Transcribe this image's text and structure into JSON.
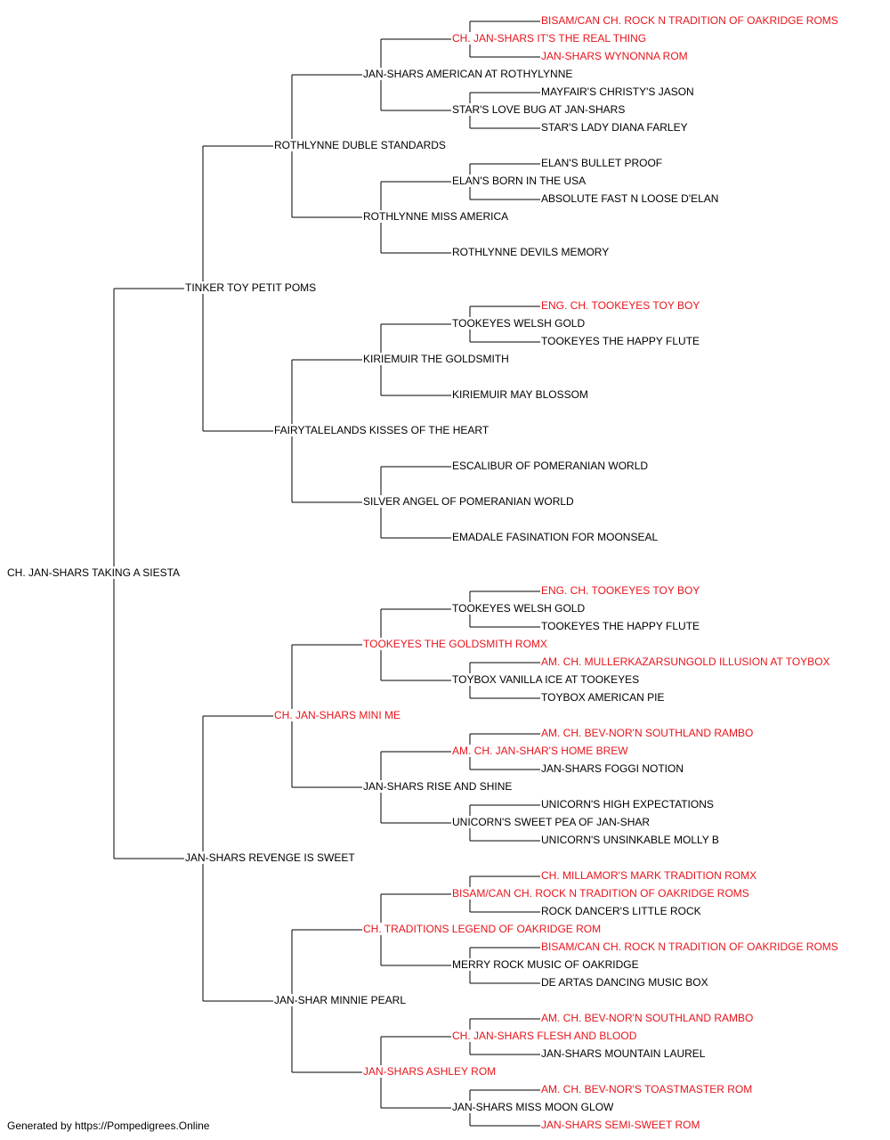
{
  "colors": {
    "normal": "#000000",
    "champion": "#e8141b",
    "line": "#000000"
  },
  "footer": "Generated by https://Pompedigrees.Online",
  "tree": {
    "name": "CH. JAN-SHARS TAKING A SIESTA",
    "red": false,
    "sire": {
      "name": "TINKER TOY PETIT POMS",
      "red": false,
      "sire": {
        "name": "ROTHLYNNE DUBLE STANDARDS",
        "red": false,
        "sire": {
          "name": "JAN-SHARS AMERICAN AT ROTHYLYNNE",
          "red": false,
          "sire": {
            "name": "CH. JAN-SHARS IT'S THE REAL THING",
            "red": true,
            "sire": {
              "name": "BISAM/CAN CH. ROCK N TRADITION OF OAKRIDGE ROMS",
              "red": true
            },
            "dam": {
              "name": "JAN-SHARS WYNONNA ROM",
              "red": true
            }
          },
          "dam": {
            "name": "STAR'S LOVE BUG AT JAN-SHARS",
            "red": false,
            "sire": {
              "name": "MAYFAIR'S CHRISTY'S JASON",
              "red": false
            },
            "dam": {
              "name": "STAR'S LADY DIANA FARLEY",
              "red": false
            }
          }
        },
        "dam": {
          "name": "ROTHLYNNE MISS AMERICA",
          "red": false,
          "sire": {
            "name": "ELAN'S BORN IN THE USA",
            "red": false,
            "sire": {
              "name": "ELAN'S BULLET PROOF",
              "red": false
            },
            "dam": {
              "name": "ABSOLUTE FAST N LOOSE D'ELAN",
              "red": false
            }
          },
          "dam": {
            "name": "ROTHLYNNE DEVILS MEMORY",
            "red": false
          }
        }
      },
      "dam": {
        "name": "FAIRYTALELANDS KISSES OF THE HEART",
        "red": false,
        "sire": {
          "name": "KIRIEMUIR THE GOLDSMITH",
          "red": false,
          "sire": {
            "name": "TOOKEYES WELSH GOLD",
            "red": false,
            "sire": {
              "name": "ENG. CH. TOOKEYES TOY BOY",
              "red": true
            },
            "dam": {
              "name": "TOOKEYES THE HAPPY FLUTE",
              "red": false
            }
          },
          "dam": {
            "name": "KIRIEMUIR MAY BLOSSOM",
            "red": false
          }
        },
        "dam": {
          "name": "SILVER ANGEL OF POMERANIAN WORLD",
          "red": false,
          "sire": {
            "name": "ESCALIBUR OF POMERANIAN WORLD",
            "red": false
          },
          "dam": {
            "name": "EMADALE FASINATION FOR MOONSEAL",
            "red": false
          }
        }
      }
    },
    "dam": {
      "name": "JAN-SHARS REVENGE IS SWEET",
      "red": false,
      "sire": {
        "name": "CH. JAN-SHARS MINI ME",
        "red": true,
        "sire": {
          "name": "TOOKEYES THE GOLDSMITH ROMX",
          "red": true,
          "sire": {
            "name": "TOOKEYES WELSH GOLD",
            "red": false,
            "sire": {
              "name": "ENG. CH. TOOKEYES TOY BOY",
              "red": true
            },
            "dam": {
              "name": "TOOKEYES THE HAPPY FLUTE",
              "red": false
            }
          },
          "dam": {
            "name": "TOYBOX VANILLA ICE AT TOOKEYES",
            "red": false,
            "sire": {
              "name": "AM. CH. MULLERKAZARSUNGOLD ILLUSION AT TOYBOX",
              "red": true
            },
            "dam": {
              "name": "TOYBOX AMERICAN PIE",
              "red": false
            }
          }
        },
        "dam": {
          "name": "JAN-SHARS RISE AND SHINE",
          "red": false,
          "sire": {
            "name": "AM. CH. JAN-SHAR'S HOME BREW",
            "red": true,
            "sire": {
              "name": "AM. CH. BEV-NOR'N SOUTHLAND RAMBO",
              "red": true
            },
            "dam": {
              "name": "JAN-SHARS FOGGI NOTION",
              "red": false
            }
          },
          "dam": {
            "name": "UNICORN'S SWEET PEA OF JAN-SHAR",
            "red": false,
            "sire": {
              "name": "UNICORN'S HIGH EXPECTATIONS",
              "red": false
            },
            "dam": {
              "name": "UNICORN'S UNSINKABLE MOLLY B",
              "red": false
            }
          }
        }
      },
      "dam": {
        "name": "JAN-SHAR MINNIE PEARL",
        "red": false,
        "sire": {
          "name": "CH. TRADITIONS LEGEND OF OAKRIDGE ROM",
          "red": true,
          "sire": {
            "name": "BISAM/CAN CH. ROCK N TRADITION OF OAKRIDGE ROMS",
            "red": true,
            "sire": {
              "name": "CH. MILLAMOR'S MARK TRADITION ROMX",
              "red": true
            },
            "dam": {
              "name": "ROCK DANCER'S LITTLE ROCK",
              "red": false
            }
          },
          "dam": {
            "name": "MERRY ROCK MUSIC OF OAKRIDGE",
            "red": false,
            "sire": {
              "name": "BISAM/CAN CH. ROCK N TRADITION OF OAKRIDGE ROMS",
              "red": true
            },
            "dam": {
              "name": "DE ARTAS DANCING MUSIC BOX",
              "red": false
            }
          }
        },
        "dam": {
          "name": "JAN-SHARS ASHLEY ROM",
          "red": true,
          "sire": {
            "name": "CH. JAN-SHARS FLESH AND BLOOD",
            "red": true,
            "sire": {
              "name": "AM. CH. BEV-NOR'N SOUTHLAND RAMBO",
              "red": true
            },
            "dam": {
              "name": "JAN-SHARS MOUNTAIN LAUREL",
              "red": false
            }
          },
          "dam": {
            "name": "JAN-SHARS MISS MOON GLOW",
            "red": false,
            "sire": {
              "name": "AM. CH. BEV-NOR'S TOASTMASTER ROM",
              "red": true
            },
            "dam": {
              "name": "JAN-SHARS SEMI-SWEET ROM",
              "red": true
            }
          }
        }
      }
    }
  }
}
